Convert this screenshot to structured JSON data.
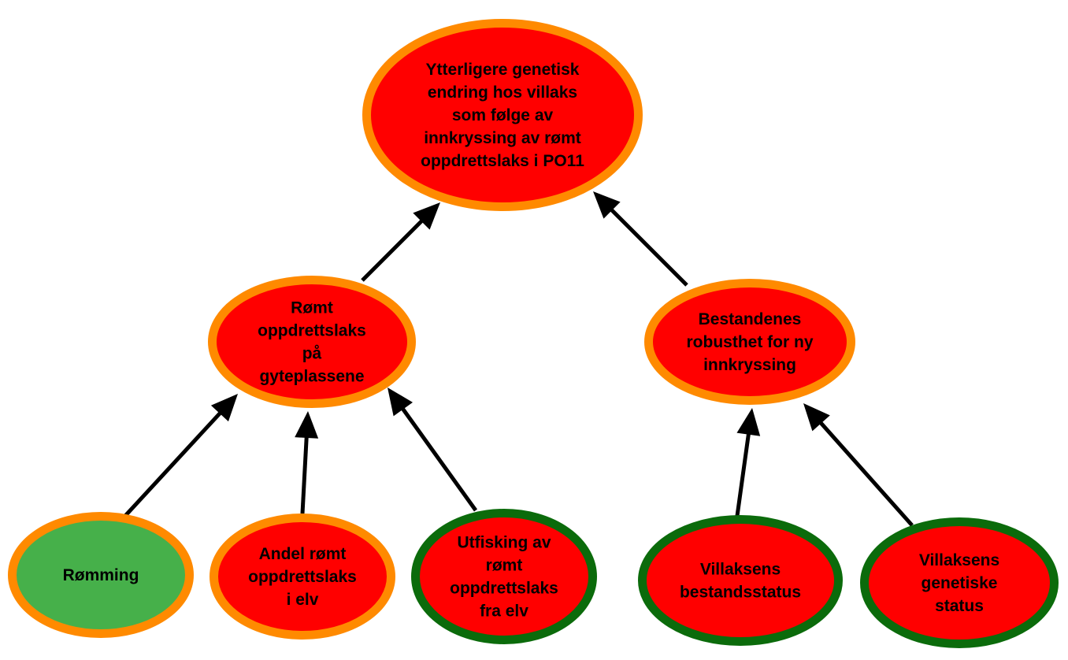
{
  "colors": {
    "node_fill_red": "#ff0000",
    "node_fill_green": "#46b04a",
    "border_orange": "#ff8a00",
    "border_dark_green": "#0b6b0b",
    "arrow": "#000000"
  },
  "nodes": [
    {
      "id": "top",
      "label": "Ytterligere genetisk endring hos villaks som følge av innkryssing av rømt oppdrettslaks i PO11",
      "lines": [
        "Ytterligere genetisk",
        "endring hos villaks",
        "som følge av",
        "innkryssing av rømt",
        "oppdrettslaks i PO11"
      ],
      "fill": "red",
      "border": "orange"
    },
    {
      "id": "escaped-on-spawning-grounds",
      "label": "Rømt oppdrettslaks på gyteplassene",
      "lines": [
        "Rømt",
        "oppdrettslaks",
        "på",
        "gyteplassene"
      ],
      "fill": "red",
      "border": "orange"
    },
    {
      "id": "stock-robustness",
      "label": "Bestandenes robusthet for ny innkryssing",
      "lines": [
        "Bestandenes",
        "robusthet for ny",
        "innkryssing"
      ],
      "fill": "red",
      "border": "orange"
    },
    {
      "id": "escape",
      "label": "Rømming",
      "lines": [
        "Rømming"
      ],
      "fill": "green",
      "border": "orange"
    },
    {
      "id": "share-escaped-in-river",
      "label": "Andel rømt oppdrettslaks i elv",
      "lines": [
        "Andel rømt",
        "oppdrettslaks",
        "i elv"
      ],
      "fill": "red",
      "border": "orange"
    },
    {
      "id": "removal-from-river",
      "label": "Utfisking av rømt oppdrettslaks fra elv",
      "lines": [
        "Utfisking av",
        "rømt",
        "oppdrettslaks",
        "fra elv"
      ],
      "fill": "red",
      "border": "dark_green"
    },
    {
      "id": "wild-stock-status",
      "label": "Villaksens bestandsstatus",
      "lines": [
        "Villaksens",
        "bestandsstatus"
      ],
      "fill": "red",
      "border": "dark_green"
    },
    {
      "id": "wild-genetic-status",
      "label": "Villaksens genetiske status",
      "lines": [
        "Villaksens",
        "genetiske",
        "status"
      ],
      "fill": "red",
      "border": "dark_green"
    }
  ],
  "edges": [
    {
      "from": "escaped-on-spawning-grounds",
      "to": "top"
    },
    {
      "from": "stock-robustness",
      "to": "top"
    },
    {
      "from": "escape",
      "to": "escaped-on-spawning-grounds"
    },
    {
      "from": "share-escaped-in-river",
      "to": "escaped-on-spawning-grounds"
    },
    {
      "from": "removal-from-river",
      "to": "escaped-on-spawning-grounds"
    },
    {
      "from": "wild-stock-status",
      "to": "stock-robustness"
    },
    {
      "from": "wild-genetic-status",
      "to": "stock-robustness"
    }
  ]
}
